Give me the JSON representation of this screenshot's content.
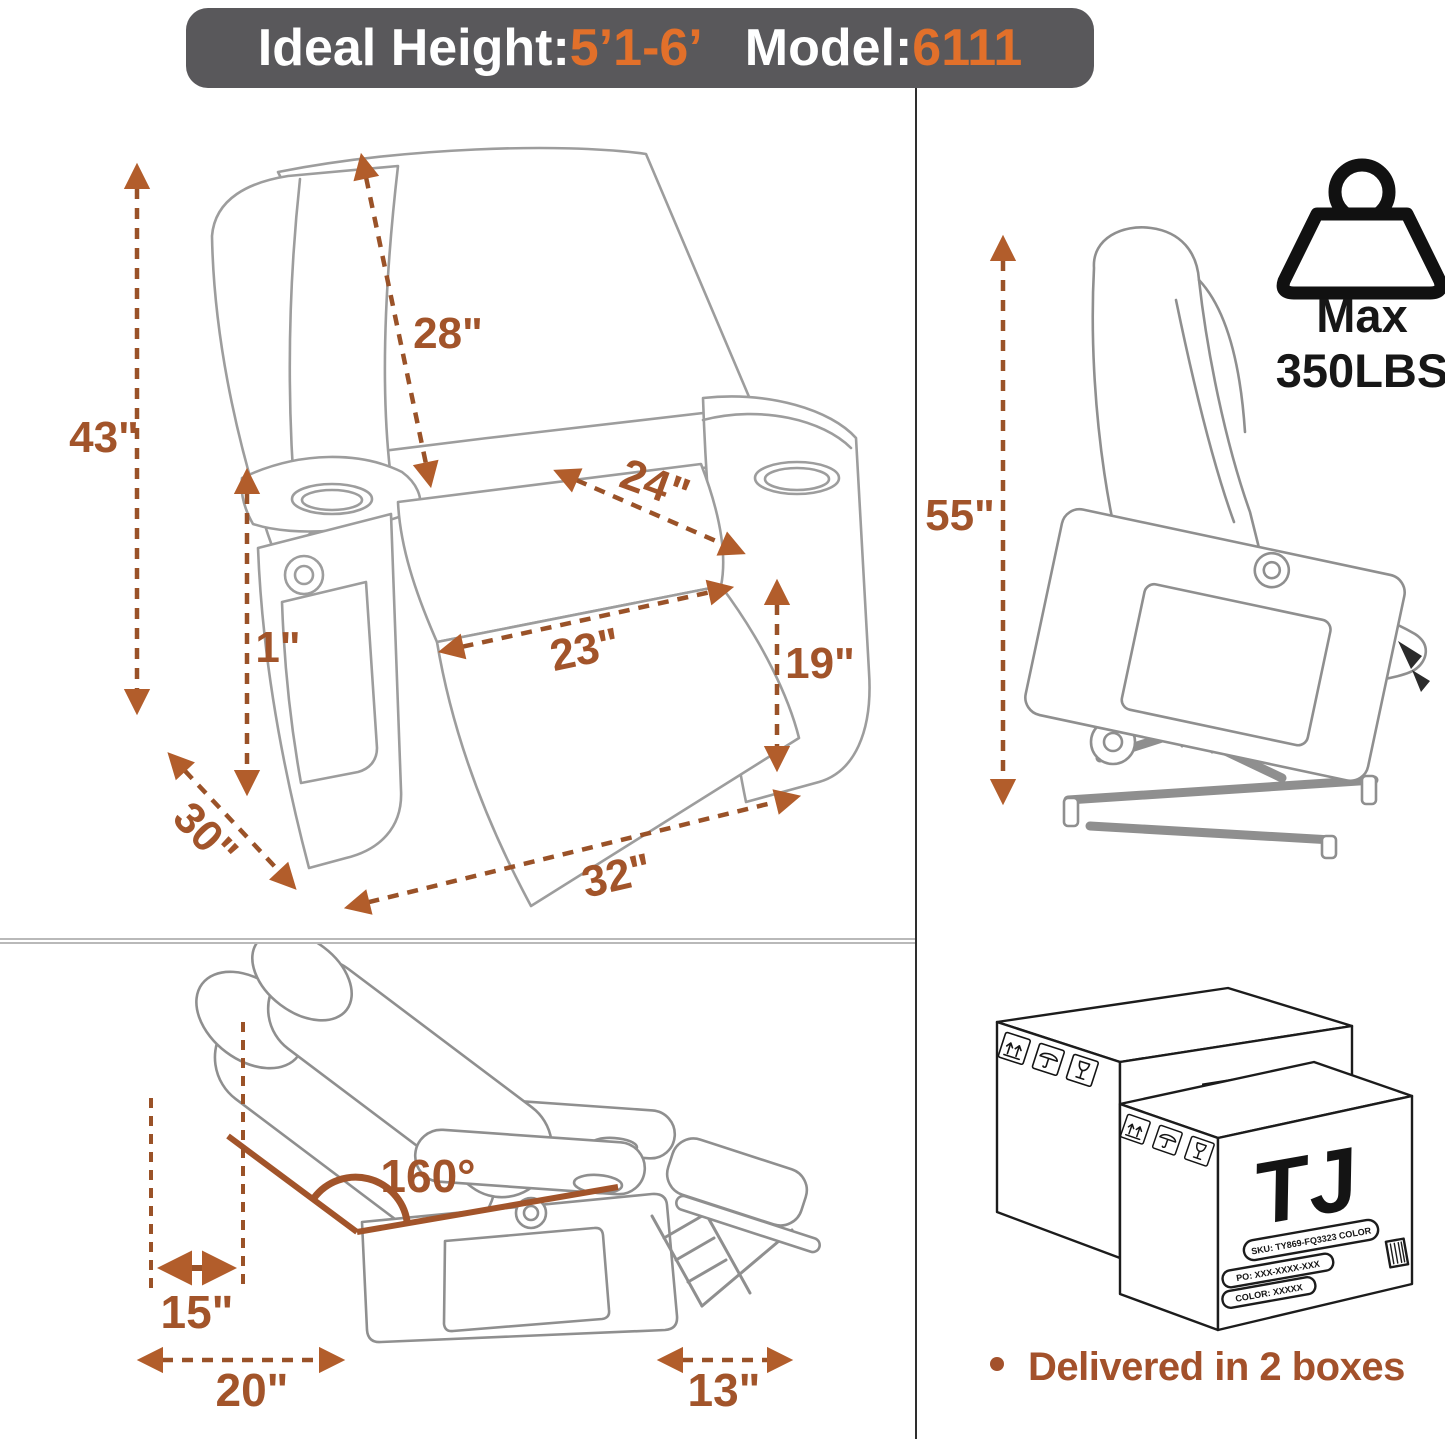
{
  "banner": {
    "ideal_label": "Ideal Height:",
    "ideal_value": "5’1-6’",
    "model_label": "Model:",
    "model_value": "6111",
    "bg": "#59585b",
    "accent": "#e2702a"
  },
  "front_view": {
    "height": "43\"",
    "backrest_length": "28\"",
    "seat_depth": "24\"",
    "seat_width": "23\"",
    "seat_back_height": "19\"",
    "clearance": "1\"",
    "depth": "30\"",
    "width": "32\""
  },
  "side_view": {
    "lift_height": "55\"",
    "max_label": "Max",
    "max_weight": "350LBS"
  },
  "recline_view": {
    "angle": "160°",
    "headrest_extension": "15\"",
    "front_extension": "20\"",
    "footrest_extension": "13\""
  },
  "delivery": {
    "bullet": "•",
    "text": "Delivered in 2 boxes",
    "logo_text": "TJ",
    "sku_label": "SKU: TY869-FQ3323 COLOR",
    "po_label": "PO: XXX-XXXX-XXX",
    "color_label": "COLOR: XXXXX"
  },
  "colors": {
    "dimension_brown": "#a2542a",
    "arrow_brown": "#b25d2b",
    "line_art_gray": "#9d9d9d",
    "box_ink": "#1c1c1c"
  }
}
